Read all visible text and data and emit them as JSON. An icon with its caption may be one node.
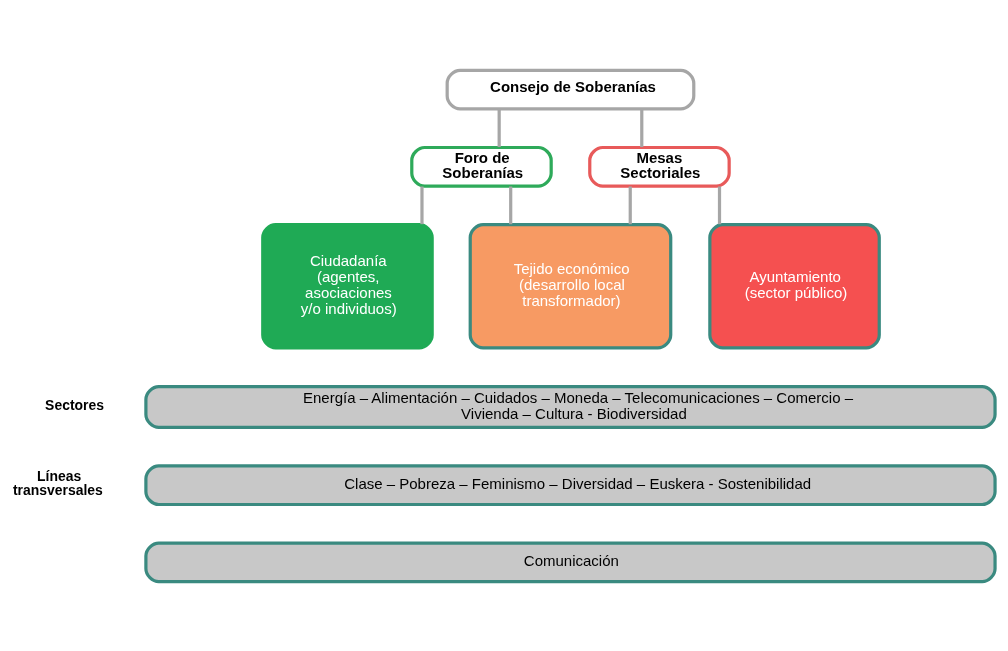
{
  "diagram": {
    "nodes": [
      {
        "text": [
          "Consejo de Soberanías"
        ]
      },
      {
        "text": [
          "Foro de Soberanías"
        ]
      },
      {
        "text": [
          "Mesas Sectoriales"
        ]
      },
      {
        "text": [
          "Ciudadanía (agentes, asociaciones y/o individuos)"
        ]
      },
      {
        "text": [
          "Tejido económico (desarrollo local transformador)"
        ]
      },
      {
        "text": [
          "Ayuntamiento (sector público)"
        ]
      },
      {
        "text": [
          "Energía – Alimentación – Cuidados – Moneda – Telecomunicaciones – Comercio – Vivienda – Cultura - Biodiversidad"
        ],
        "beside": [
          "Sectores"
        ]
      },
      {
        "text": [
          "Clase – Pobreza – Feminismo – Diversidad – Euskera - Sostenibilidad"
        ],
        "beside": [
          "Líneas transversales"
        ]
      },
      {
        "text": [
          "Comunicación"
        ]
      }
    ],
    "edges": [
      {
        "from": 0,
        "to": 1,
        "arrow": "none"
      },
      {
        "from": 0,
        "to": 2,
        "arrow": "none"
      },
      {
        "from": 1,
        "to": 3,
        "arrow": "none"
      },
      {
        "from": 1,
        "to": 4,
        "arrow": "none"
      },
      {
        "from": 2,
        "to": 4,
        "arrow": "none"
      },
      {
        "from": 2,
        "to": 5,
        "arrow": "none"
      }
    ]
  }
}
